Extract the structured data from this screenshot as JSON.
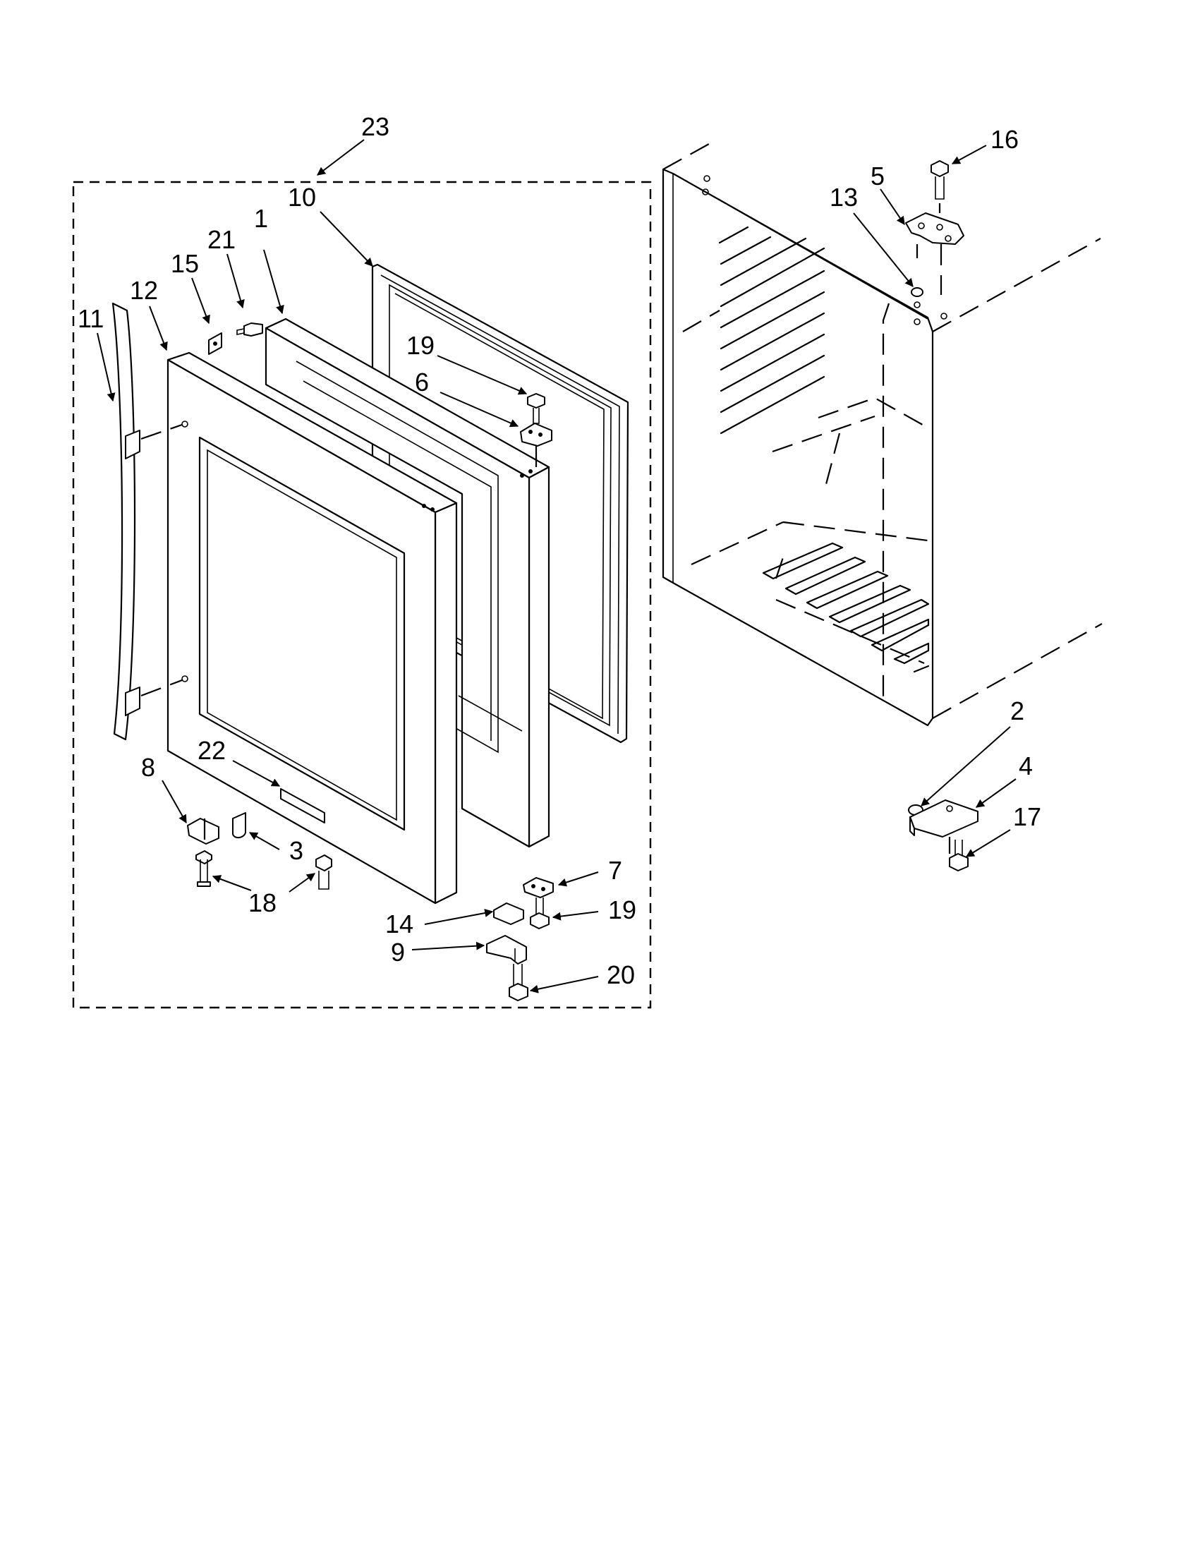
{
  "callouts": [
    {
      "id": "23",
      "text": "23"
    },
    {
      "id": "10",
      "text": "10"
    },
    {
      "id": "1",
      "text": "1"
    },
    {
      "id": "21",
      "text": "21"
    },
    {
      "id": "15",
      "text": "15"
    },
    {
      "id": "12",
      "text": "12"
    },
    {
      "id": "11",
      "text": "11"
    },
    {
      "id": "19a",
      "text": "19"
    },
    {
      "id": "6",
      "text": "6"
    },
    {
      "id": "22",
      "text": "22"
    },
    {
      "id": "8",
      "text": "8"
    },
    {
      "id": "3",
      "text": "3"
    },
    {
      "id": "18",
      "text": "18"
    },
    {
      "id": "7",
      "text": "7"
    },
    {
      "id": "14",
      "text": "14"
    },
    {
      "id": "19b",
      "text": "19"
    },
    {
      "id": "9",
      "text": "9"
    },
    {
      "id": "20",
      "text": "20"
    },
    {
      "id": "16",
      "text": "16"
    },
    {
      "id": "5",
      "text": "5"
    },
    {
      "id": "13",
      "text": "13"
    },
    {
      "id": "2",
      "text": "2"
    },
    {
      "id": "4",
      "text": "4"
    },
    {
      "id": "17",
      "text": "17"
    }
  ]
}
